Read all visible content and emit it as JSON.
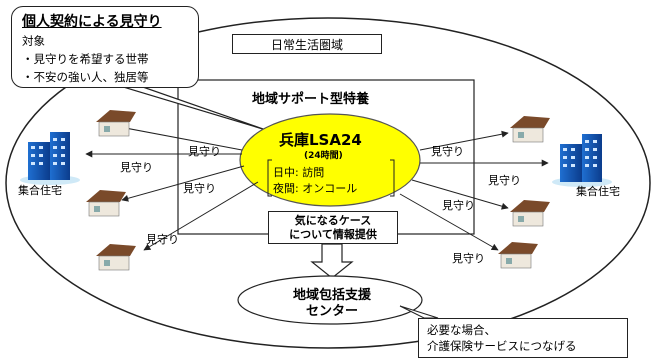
{
  "callout": {
    "title": "個人契約による見守り",
    "target_label": "対象",
    "items": [
      "・見守りを希望する世帯",
      "・不安の強い人、独居等"
    ]
  },
  "daily_area_label": "日常生活圏域",
  "project_title": "地域サポート型特養",
  "lsa": {
    "name": "兵庫LSA24",
    "hours": "(24時間)",
    "day": "日中: 訪問",
    "night": "夜間: オンコール"
  },
  "info_box": [
    "気になるケース",
    "について情報提供"
  ],
  "support_center": [
    "地域包括支援",
    "センター"
  ],
  "note": [
    "必要な場合、",
    "介護保険サービスにつなげる"
  ],
  "apartment_label": "集合住宅",
  "watch_label": "見守り"
}
